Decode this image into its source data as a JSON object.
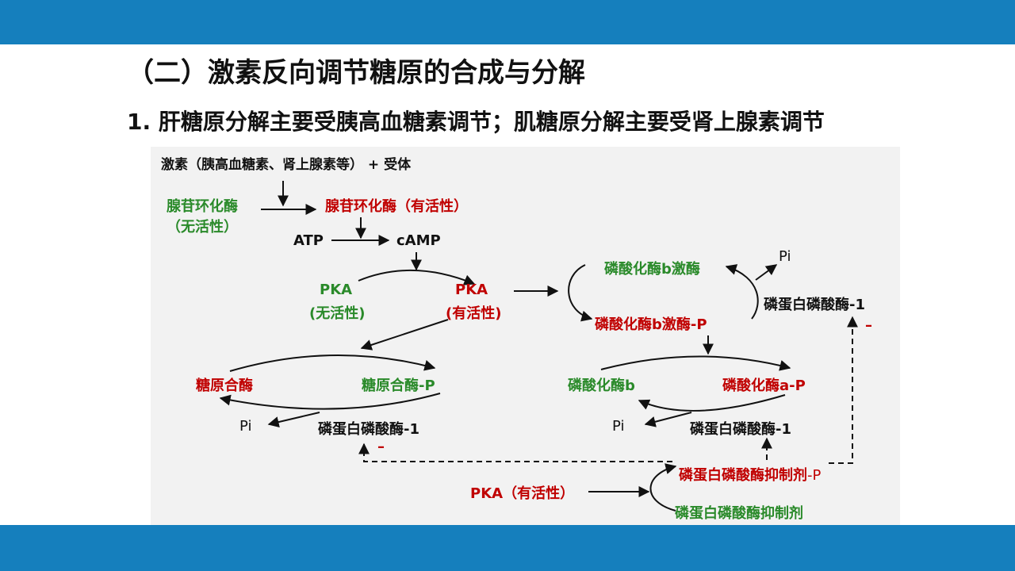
{
  "colors": {
    "band": "#157fbd",
    "panel": "#f2f2f2",
    "green": "#2a8a2a",
    "red": "#c00000",
    "black": "#111111"
  },
  "title": "（二）激素反向调节糖原的合成与分解",
  "subtitle": "1. 肝糖原分解主要受胰高血糖素调节；肌糖原分解主要受肾上腺素调节",
  "diagram": {
    "hormone": "激素（胰高血糖素、肾上腺素等） +  受体",
    "ac_inactive_1": "腺苷环化酶",
    "ac_inactive_2": "（无活性）",
    "ac_active": "腺苷环化酶（有活性）",
    "atp": "ATP",
    "camp": "cAMP",
    "pka_inactive_1": "PKA",
    "pka_inactive_2": "(无活性)",
    "pka_active_1": "PKA",
    "pka_active_2": "(有活性)",
    "gs": "糖原合酶",
    "gs_p": "糖原合酶-P",
    "pi_left": "Pi",
    "pp1_left": "磷蛋白磷酸酶-1",
    "minus_left": "–",
    "pbk": "磷酸化酶b激酶",
    "pbk_p": "磷酸化酶b激酶-P",
    "pi_top": "Pi",
    "pp1_top": "磷蛋白磷酸酶-1",
    "minus_right": "–",
    "phos_b": "磷酸化酶b",
    "phos_a_p": "磷酸化酶a-P",
    "pi_mid": "Pi",
    "pp1_mid": "磷蛋白磷酸酶-1",
    "pka_bottom": "PKA（有活性）",
    "inhibitor_p_main": "磷蛋白磷酸酶抑制剂",
    "inhibitor_p_suffix": "-P",
    "inhibitor": "磷蛋白磷酸酶抑制剂"
  }
}
